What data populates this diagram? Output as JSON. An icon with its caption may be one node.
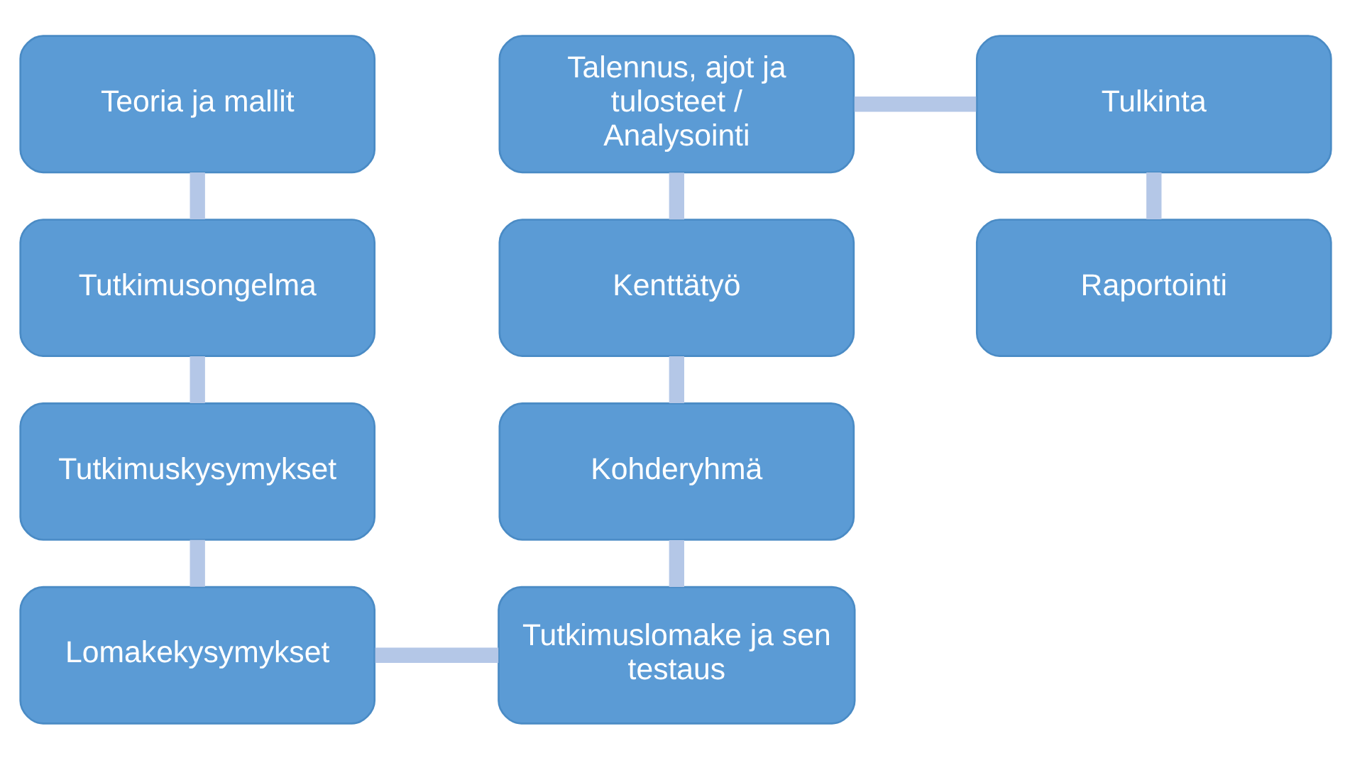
{
  "diagram": {
    "nodes": [
      {
        "text": [
          "Teoria ja mallit"
        ]
      },
      {
        "text": [
          "Tutkimusongelma"
        ]
      },
      {
        "text": [
          "Tutkimuskysymykset"
        ]
      },
      {
        "text": [
          "Lomakekysymykset"
        ]
      },
      {
        "text": [
          "Tutkimuslomake ja sen testaus"
        ]
      },
      {
        "text": [
          "Kohderyhmä"
        ]
      },
      {
        "text": [
          "Kenttätyö"
        ]
      },
      {
        "text": [
          "Talennus, ajot ja tulosteet / Analysointi"
        ]
      },
      {
        "text": [
          "Tulkinta"
        ]
      },
      {
        "text": [
          "Raportointi"
        ]
      }
    ],
    "edges": [
      {
        "from": 0,
        "to": 1,
        "arrow": "none"
      },
      {
        "from": 1,
        "to": 2,
        "arrow": "none"
      },
      {
        "from": 2,
        "to": 3,
        "arrow": "none"
      },
      {
        "from": 3,
        "to": 4,
        "arrow": "none"
      },
      {
        "from": 4,
        "to": 5,
        "arrow": "none"
      },
      {
        "from": 5,
        "to": 6,
        "arrow": "none"
      },
      {
        "from": 6,
        "to": 7,
        "arrow": "none"
      },
      {
        "from": 7,
        "to": 8,
        "arrow": "none"
      },
      {
        "from": 8,
        "to": 9,
        "arrow": "none"
      }
    ]
  }
}
